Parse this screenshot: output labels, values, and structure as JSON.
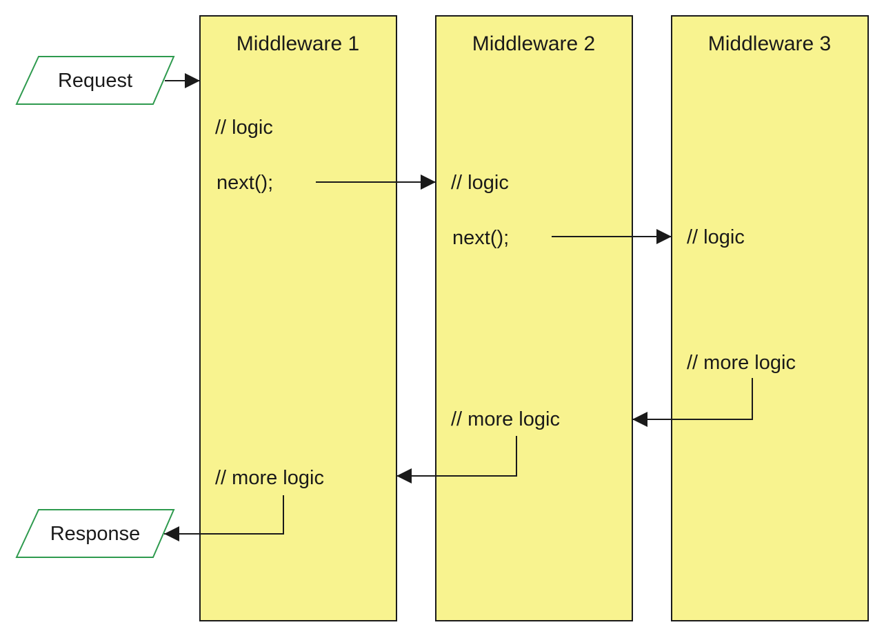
{
  "colors": {
    "column_fill": "#F8F38F",
    "io_stroke": "#2E9A4E",
    "line": "#1A1A1A"
  },
  "columns": [
    {
      "title": "Middleware 1",
      "logic": "// logic",
      "next": "next();",
      "more_logic": "// more logic"
    },
    {
      "title": "Middleware 2",
      "logic": "// logic",
      "next": "next();",
      "more_logic": "// more logic"
    },
    {
      "title": "Middleware 3",
      "logic": "// logic",
      "more_logic": "// more logic"
    }
  ],
  "request_label": "Request",
  "response_label": "Response"
}
